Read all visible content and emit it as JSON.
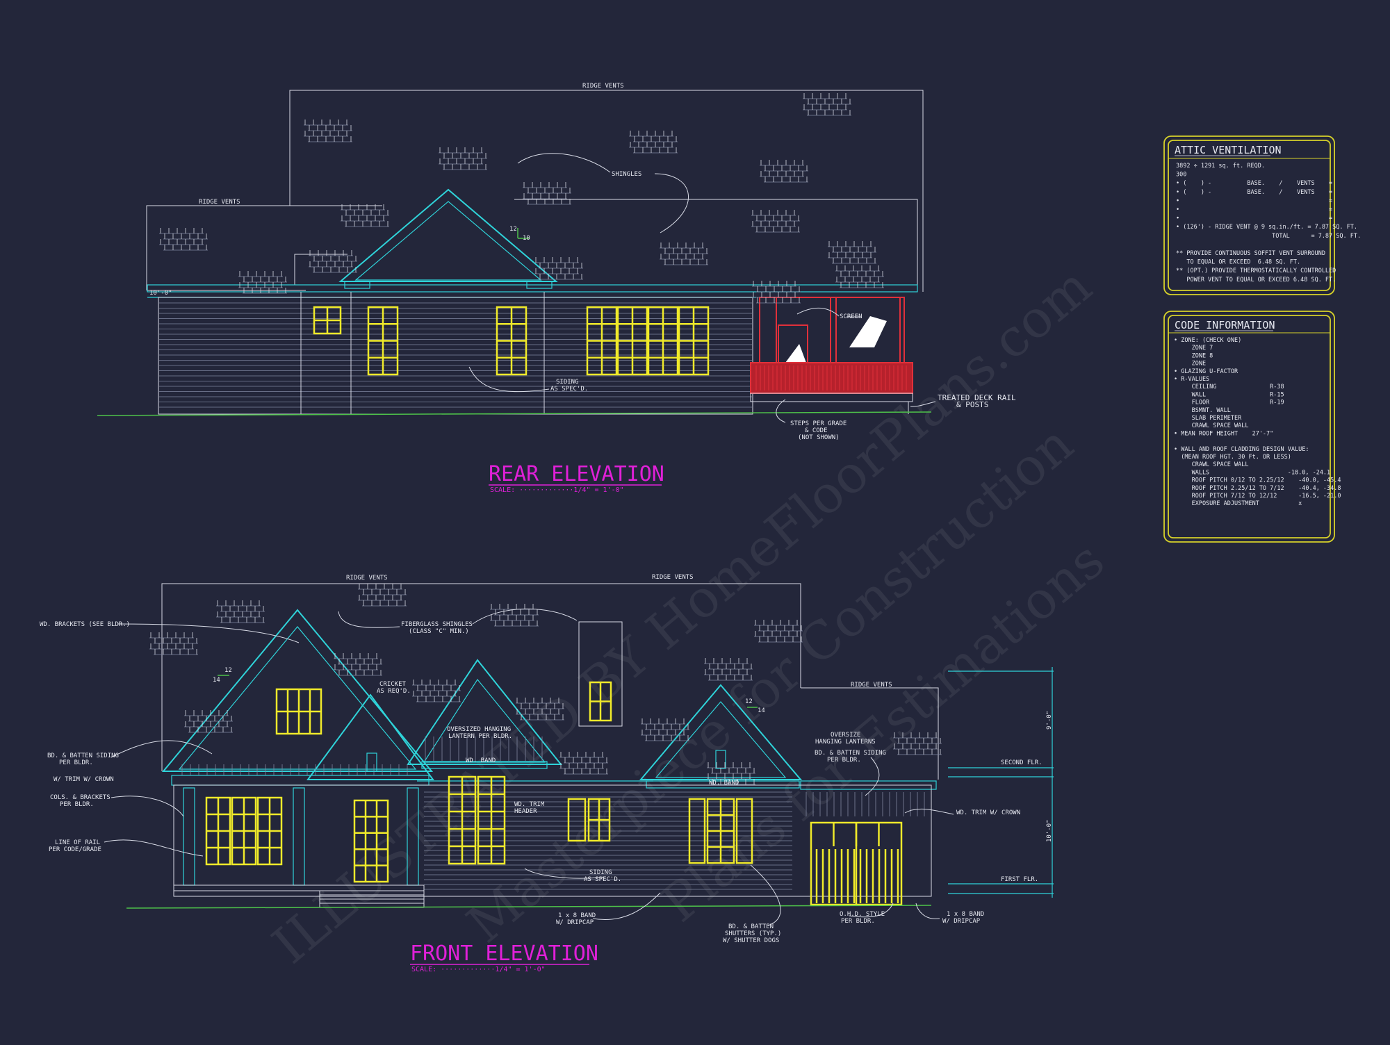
{
  "colors": {
    "background": "#23263a",
    "line": "#d8dbe6",
    "trim": "#2fd3d9",
    "window": "#f0ea2a",
    "deck": "#e0303a",
    "title": "#e020d8",
    "grade": "#4ec24a",
    "box": "#d7d22a"
  },
  "watermark": [
    "ILLUSTRATED BY HomeFloorPlans.com",
    "Masterpiece for Construction",
    "Plans for Estimations"
  ],
  "rear": {
    "title": "REAR ELEVATION",
    "scale": "SCALE: ·············1/4\" = 1'-0\"",
    "labels": {
      "ridge_top": "RIDGE VENTS",
      "ridge_left": "RIDGE VENTS",
      "shingles": "SHINGLES",
      "pitch_rise": "12",
      "pitch_run": "10",
      "plate": "10'-0\"",
      "screen": "SCREEN",
      "siding_1": "SIDING",
      "siding_2": "AS SPEC'D.",
      "deck_1": "TREATED DECK RAIL",
      "deck_2": "& POSTS",
      "steps_1": "STEPS PER GRADE",
      "steps_2": "& CODE",
      "steps_3": "(NOT SHOWN)"
    }
  },
  "front": {
    "title": "FRONT ELEVATION",
    "scale": "SCALE: ·············1/4\" = 1'-0\"",
    "labels": {
      "ridge_1": "RIDGE VENTS",
      "ridge_2": "RIDGE VENTS",
      "ridge_3": "RIDGE VENTS",
      "brackets": "WD. BRACKETS (SEE BLDR.)",
      "fiberglass_1": "FIBERGLASS SHINGLES",
      "fiberglass_2": "(CLASS \"C\" MIN.)",
      "cricket_1": "CRICKET",
      "cricket_2": "AS REQ'D.",
      "lantern_1": "OVERSIZED HANGING",
      "lantern_2": "LANTERN PER BLDR.",
      "wdband_1": "WD. BAND",
      "wdband_2": "WD. BAND",
      "oversize_1": "OVERSIZE",
      "oversize_2": "HANGING LANTERNS",
      "bb_right_1": "BD. & BATTEN SIDING",
      "bb_right_2": "PER BLDR.",
      "bb_left_1": "BD. & BATTEN SIDING",
      "bb_left_2": "PER BLDR.",
      "trimcrown_left": "W/ TRIM W/ CROWN",
      "cols_1": "COLS. & BRACKETS",
      "cols_2": "PER BLDR.",
      "rail_1": "LINE OF RAIL",
      "rail_2": "PER CODE/GRADE",
      "wdtrim_1": "WD. TRIM",
      "wdtrim_2": "HEADER",
      "siding_1": "SIDING",
      "siding_2": "AS SPEC'D.",
      "band_1": "1 x 8 BAND",
      "band_2": "W/ DRIPCAP",
      "shutters_1": "BD. & BATTEN",
      "shutters_2": "SHUTTERS (TYP.)",
      "shutters_3": "W/ SHUTTER DOGS",
      "ohd_1": "O.H.D. STYLE",
      "ohd_2": "PER BLDR.",
      "band_r_1": "1 x 8 BAND",
      "band_r_2": "W/ DRIPCAP",
      "trimcrown_right": "WD. TRIM W/ CROWN",
      "second_flr": "SECOND FLR.",
      "first_flr": "FIRST FLR.",
      "dim_upper": "9'-0\"",
      "dim_lower": "10'-0\"",
      "pitch_l_rise": "12",
      "pitch_l_run": "14",
      "pitch_r_rise": "12",
      "pitch_r_run": "14"
    }
  },
  "attic": {
    "title": "ATTIC VENTILATION",
    "lines": [
      "3892 ÷ 1291 sq. ft. REQD.",
      "300",
      "• (    ) -          BASE.    /    VENTS    =",
      "• (    ) -          BASE.    /    VENTS    =",
      "•                                          =",
      "•                                          =",
      "•                                          =",
      "• (126') - RIDGE VENT @ 9 sq.in./ft. = 7.87 SQ. FT.",
      "                           TOTAL      = 7.87 SQ. FT.",
      "",
      "** PROVIDE CONTINUOUS SOFFIT VENT SURROUND",
      "   TO EQUAL OR EXCEED  6.48 SQ. FT.",
      "** (OPT.) PROVIDE THERMOSTATICALLY CONTROLLED",
      "   POWER VENT TO EQUAL OR EXCEED 6.48 SQ. FT."
    ]
  },
  "code": {
    "title": "CODE INFORMATION",
    "lines": [
      "• ZONE: (CHECK ONE)",
      "     ZONE 7",
      "     ZONE 8",
      "     ZONE",
      "• GLAZING U-FACTOR",
      "• R-VALUES",
      "     CEILING               R-38",
      "     WALL                  R-15",
      "     FLOOR                 R-19",
      "     BSMNT. WALL",
      "     SLAB PERIMETER",
      "     CRAWL SPACE WALL",
      "• MEAN ROOF HEIGHT    27'-7\"",
      "",
      "• WALL AND ROOF CLADDING DESIGN VALUE:",
      "  (MEAN ROOF HGT. 30 Ft. OR LESS)",
      "     CRAWL SPACE WALL",
      "     WALLS                      -18.0, -24.1",
      "     ROOF PITCH 0/12 TO 2.25/12    -40.0, -45.4",
      "     ROOF PITCH 2.25/12 TO 7/12    -40.4, -34.8",
      "     ROOF PITCH 7/12 TO 12/12      -16.5, -21.0",
      "     EXPOSURE ADJUSTMENT           x"
    ]
  }
}
